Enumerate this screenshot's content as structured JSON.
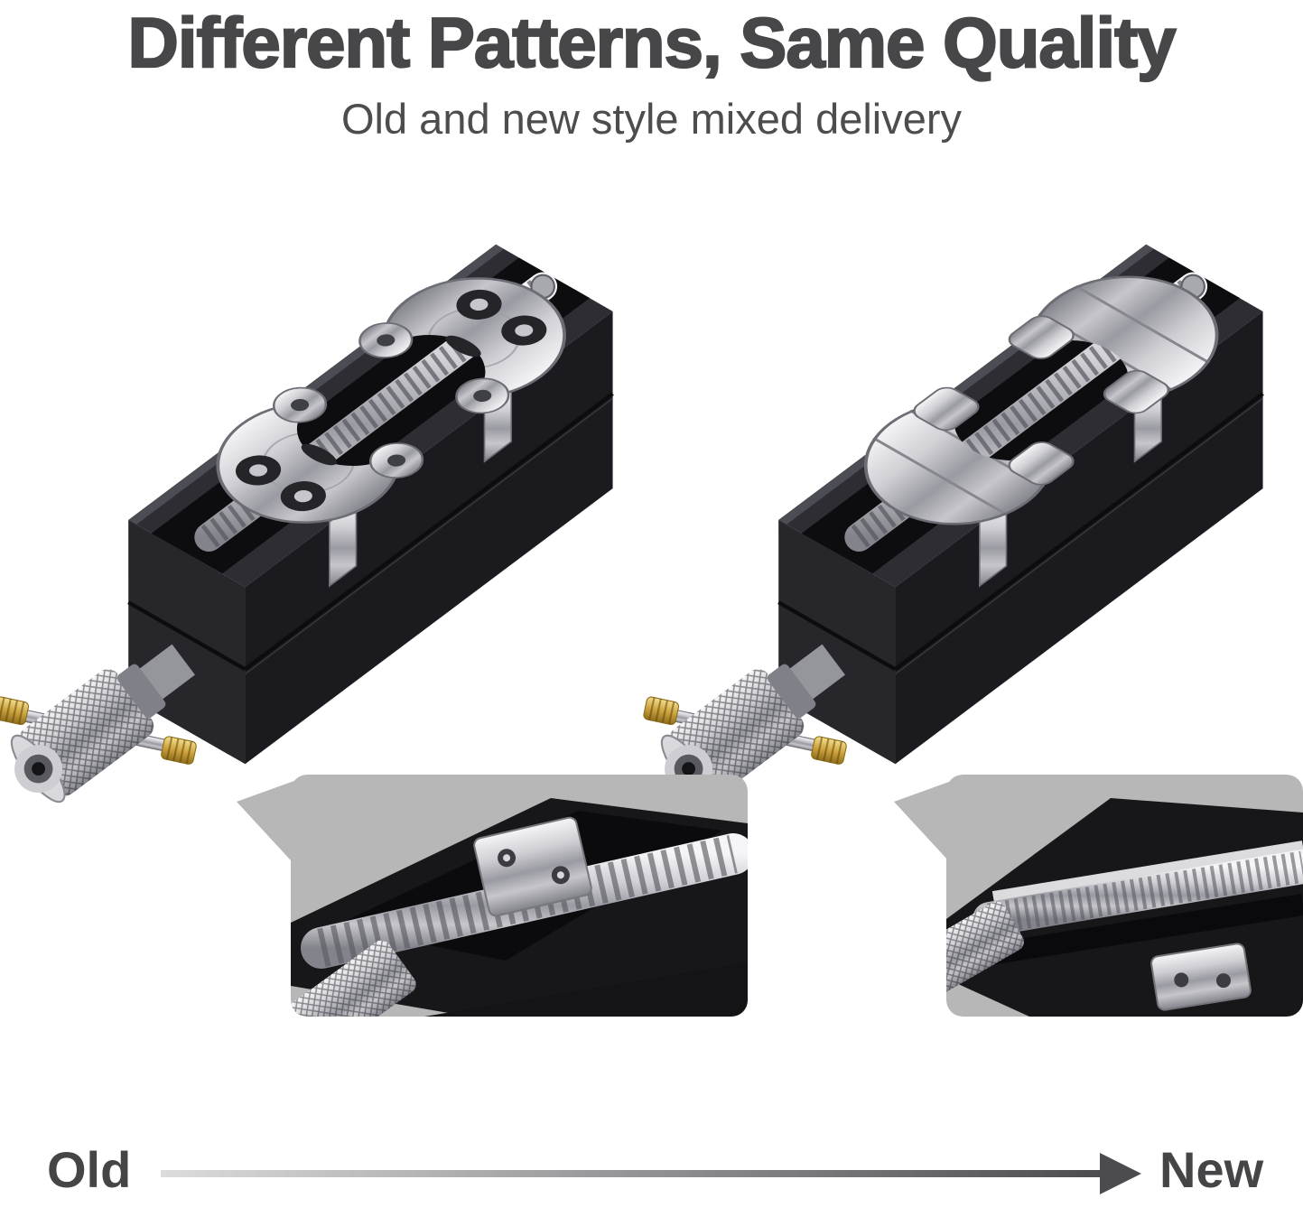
{
  "header": {
    "title": "Different Patterns, Same Quality",
    "subtitle": "Old and new style mixed delivery"
  },
  "footer": {
    "old_label": "Old",
    "new_label": "New"
  },
  "colors": {
    "heading_text": "#474749",
    "subtitle_text": "#4d4d50",
    "tool_body_black": "#1b1b1f",
    "metal_silver": "#c9c9ce",
    "brass_gold": "#cda43e",
    "inset_background": "#b7b7b7",
    "arrow_light": "#dcdcdc",
    "arrow_dark": "#4c4c50",
    "page_background": "#ffffff"
  }
}
